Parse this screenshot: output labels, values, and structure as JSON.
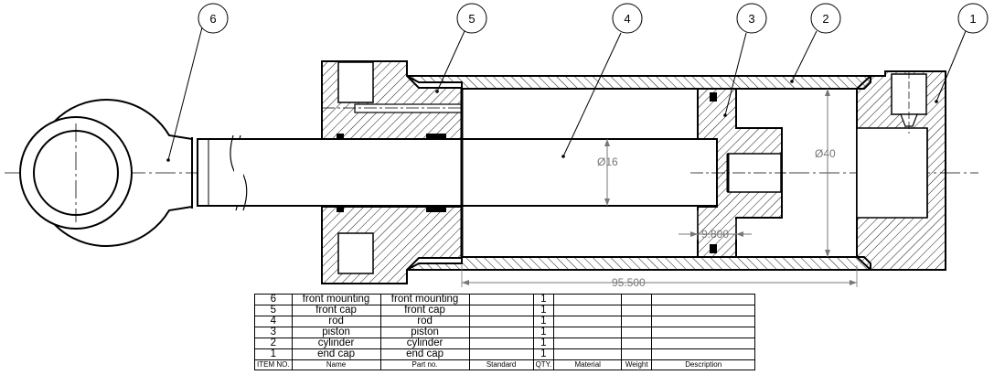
{
  "balloons": [
    "6",
    "5",
    "4",
    "3",
    "2",
    "1"
  ],
  "dimensions": {
    "rod_diameter": "Ø16",
    "bore_diameter": "Ø40",
    "piston_offset": "9.800",
    "stroke_length": "95.500"
  },
  "bom": {
    "headers": [
      "ITEM NO.",
      "Name",
      "Part no.",
      "Standard",
      "QTY.",
      "Material",
      "Weight",
      "Description"
    ],
    "rows": [
      {
        "item": "6",
        "name": "front mounting",
        "part": "front mounting",
        "standard": "",
        "qty": "1",
        "material": "",
        "weight": "",
        "description": ""
      },
      {
        "item": "5",
        "name": "front cap",
        "part": "front cap",
        "standard": "",
        "qty": "1",
        "material": "",
        "weight": "",
        "description": ""
      },
      {
        "item": "4",
        "name": "rod",
        "part": "rod",
        "standard": "",
        "qty": "1",
        "material": "",
        "weight": "",
        "description": ""
      },
      {
        "item": "3",
        "name": "piston",
        "part": "piston",
        "standard": "",
        "qty": "1",
        "material": "",
        "weight": "",
        "description": ""
      },
      {
        "item": "2",
        "name": "cylinder",
        "part": "cylinder",
        "standard": "",
        "qty": "1",
        "material": "",
        "weight": "",
        "description": ""
      },
      {
        "item": "1",
        "name": "end cap",
        "part": "end cap",
        "standard": "",
        "qty": "1",
        "material": "",
        "weight": "",
        "description": ""
      }
    ]
  }
}
